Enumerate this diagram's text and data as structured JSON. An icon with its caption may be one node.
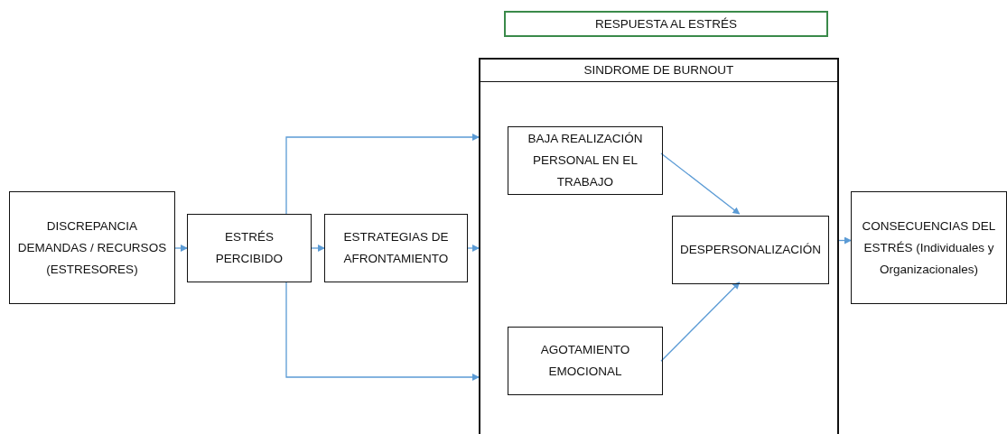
{
  "diagram": {
    "nodes": [
      {
        "text": [
          "RESPUESTA AL ESTRÉS"
        ]
      },
      {
        "text": [
          "SINDROME DE BURNOUT"
        ]
      },
      {
        "text": [
          "DISCREPANCIA DEMANDAS / RECURSOS (ESTRESORES)"
        ]
      },
      {
        "text": [
          "ESTRÉS PERCIBIDO"
        ]
      },
      {
        "text": [
          "ESTRATEGIAS DE AFRONTAMIENTO"
        ]
      },
      {
        "text": [
          "BAJA REALIZACIÓN PERSONAL EN EL TRABAJO"
        ],
        "in": 1
      },
      {
        "text": [
          "DESPERSONALIZACIÓN"
        ],
        "in": 1
      },
      {
        "text": [
          "AGOTAMIENTO EMOCIONAL"
        ],
        "in": 1
      },
      {
        "text": [
          "CONSECUENCIAS DEL ESTRÉS (Individuales y Organizacionales)"
        ]
      }
    ],
    "edges": [
      {
        "from": 2,
        "to": 3,
        "arrow": "to"
      },
      {
        "from": 3,
        "to": 4,
        "arrow": "to"
      },
      {
        "from": 3,
        "to": 1,
        "arrow": "to"
      },
      {
        "from": 3,
        "to": 1,
        "arrow": "to"
      },
      {
        "from": 4,
        "to": 1,
        "arrow": "to"
      },
      {
        "from": 5,
        "to": 6,
        "arrow": "to"
      },
      {
        "from": 7,
        "to": 6,
        "arrow": "to"
      },
      {
        "from": 1,
        "to": 8,
        "arrow": "to"
      }
    ]
  }
}
